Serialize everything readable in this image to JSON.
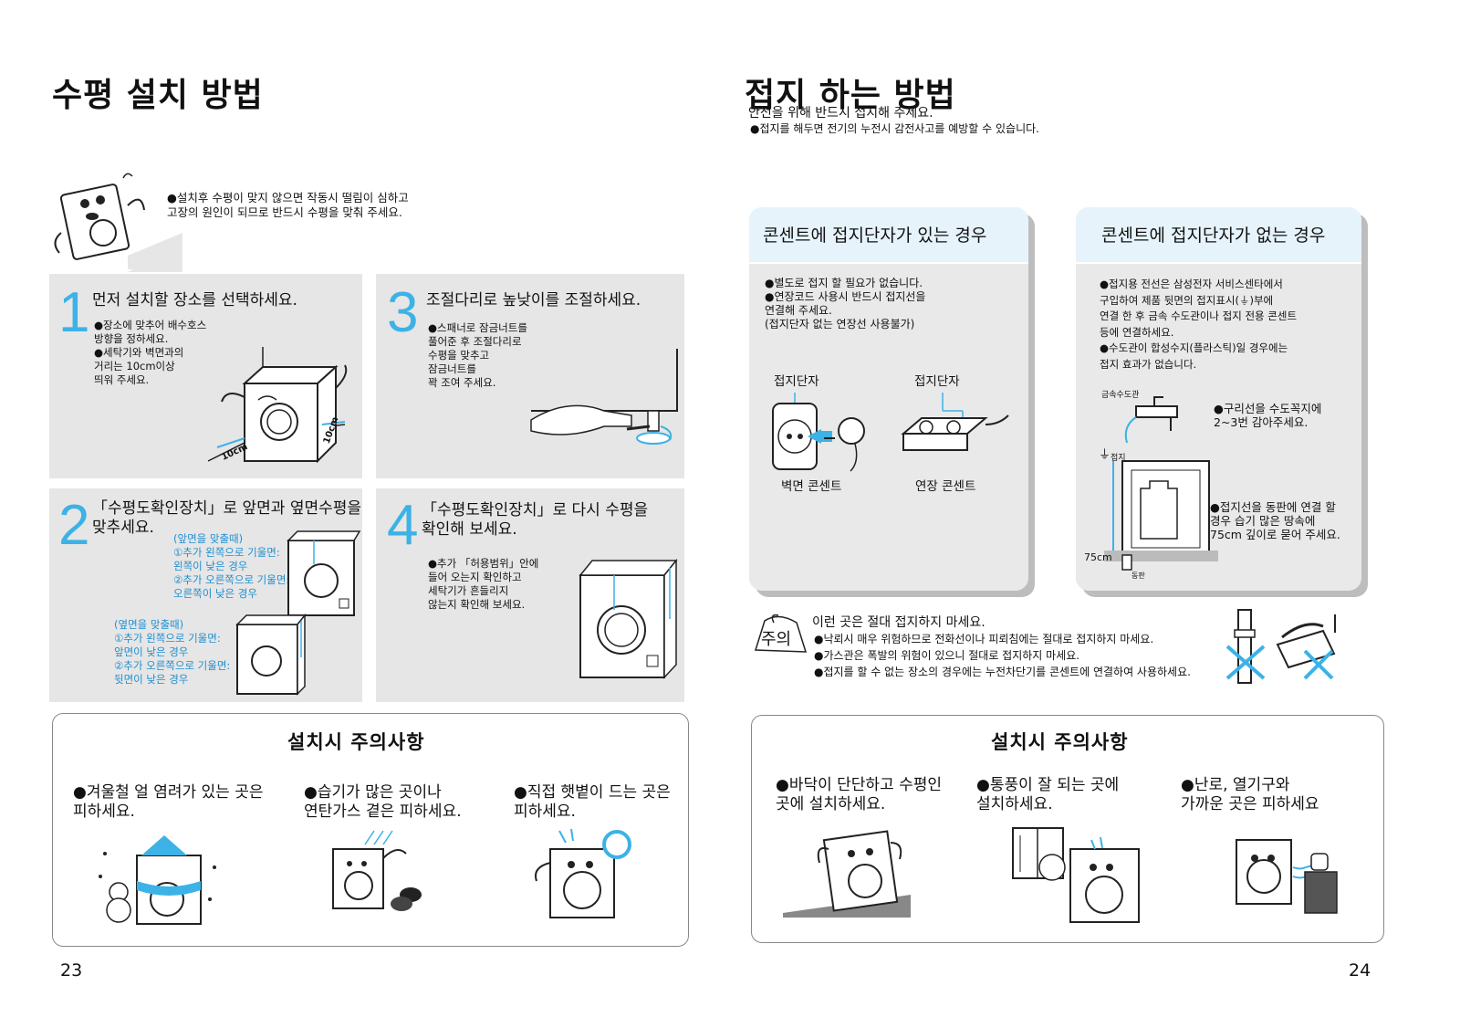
{
  "left": {
    "title": "수평 설치 방법",
    "intro": "●설치후 수평이 맞지 않으면 작동시 떨림이 심하고\n  고장의 원인이 되므로 반드시 수평을 맞춰 주세요.",
    "steps": [
      {
        "num": "1",
        "title": "먼저 설치할 장소를 선택하세요.",
        "text": "●장소에 맞추어 배수호스\n  방향을 정하세요.\n●세탁기와 벽면과의\n  거리는 10cm이상\n  띄워 주세요.",
        "dim1": "10cm",
        "dim2": "10cm"
      },
      {
        "num": "2",
        "title": "「수평도확인장치」로 앞면과 옆면수평을\n맞추세요.",
        "front": "(앞면을 맞출때)\n①추가 왼쪽으로 기울면:\n  왼쪽이 낮은 경우\n②추가 오른쪽으로 기울면:\n  오른쪽이 낮은 경우",
        "side": "(옆면을 맞출때)\n①추가 왼쪽으로 기울면:\n  앞면이 낮은 경우\n②추가 오른쪽으로 기울면:\n  뒷면이 낮은 경우"
      },
      {
        "num": "3",
        "title": "조절다리로 높낮이를 조절하세요.",
        "text": "●스패너로 잠금너트를\n  풀어준 후 조절다리로\n  수평을 맞추고\n  잠금너트를\n  꽉 조여 주세요."
      },
      {
        "num": "4",
        "title": "「수평도확인장치」로 다시 수평을\n확인해 보세요.",
        "text": "●추가 「허용범위」안에\n  들어 오는지 확인하고\n  세탁기가 흔들리지\n  않는지 확인해 보세요."
      }
    ],
    "caution_title": "설치시 주의사항",
    "cautions": [
      "●겨울철 얼 염려가 있는 곳은\n  피하세요.",
      "●습기가 많은 곳이나\n  연탄가스 곁은 피하세요.",
      "●직접 햇볕이 드는 곳은\n  피하세요."
    ],
    "page": "23"
  },
  "right": {
    "title": "접지 하는 방법",
    "sub1": "안전을 위해 반드시 접지해 주세요.",
    "sub2": "●접지를 해두면 전기의 누전시 감전사고를 예방할 수 있습니다.",
    "card1": {
      "head": "콘센트에 접지단자가 있는 경우",
      "text": "●별도로 접지 할 필요가 없습니다.\n●연장코드 사용시 반드시 접지선을\n  연결해 주세요.\n  (접지단자 없는 연장선 사용불가)",
      "label_a": "접지단자",
      "label_b": "접지단자",
      "cap_a": "벽면 콘센트",
      "cap_b": "연장 콘센트"
    },
    "card2": {
      "head": "콘센트에 접지단자가 없는 경우",
      "text": "●접지용 전선은 삼성전자 서비스센타에서\n  구입하여 제품 뒷면의 접지표시(⏚)부에\n  연결 한 후 금속 수도관이나 접지 전용 콘센트\n  등에 연결하세요.\n●수도관이 합성수지(플라스틱)일 경우에는\n  접지 효과가 없습니다.",
      "pipe_label": "금속수도관",
      "pipe_text": "●구리선을 수도꼭지에\n  2~3번 감아주세요.",
      "ground_label": "접지",
      "depth": "75cm",
      "plate": "동판",
      "bury_text": "●접지선을 동판에 연결 할\n  경우 습기 많은 땅속에\n  75cm 깊이로 묻어 주세요."
    },
    "warn": {
      "badge": "주의",
      "title": "이런 곳은 절대 접지하지 마세요.",
      "items": [
        "●낙뢰시 매우 위험하므로 전화선이나 피뢰침에는 절대로 접지하지 마세요.",
        "●가스관은 폭발의 위험이 있으니 절대로 접지하지 마세요.",
        "●접지를 할 수 없는 장소의 경우에는 누전차단기를 콘센트에 연결하여 사용하세요."
      ]
    },
    "caution_title": "설치시 주의사항",
    "cautions": [
      "●바닥이 단단하고 수평인\n  곳에 설치하세요.",
      "●통풍이 잘 되는 곳에\n  설치하세요.",
      "●난로, 열기구와\n  가까운 곳은 피하세요"
    ],
    "page": "24"
  },
  "colors": {
    "accent_blue": "#3cb2e6",
    "panel_gray": "#e6e6e6",
    "card_head": "#e6f3fb"
  }
}
